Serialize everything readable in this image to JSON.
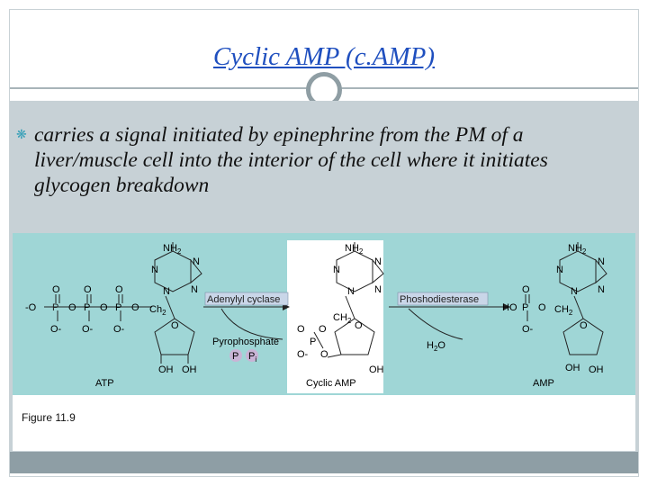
{
  "slide": {
    "title": "Cyclic AMP (c.AMP)",
    "bullet_icon": "bullet-swirl-icon",
    "bullet_text": "carries a signal initiated by epinephrine from the PM of a liver/muscle cell into the interior of the cell where it initiates glycogen breakdown",
    "figure_label": "Figure 11.9"
  },
  "diagram": {
    "atp": {
      "label": "ATP",
      "nh2": "NH",
      "nh2_sub": "2",
      "ch2": "Ch",
      "ch2_sub": "2",
      "o": "O",
      "oh1": "OH",
      "oh2": "OH",
      "p": "P",
      "o_minus": "O-",
      "minus_o": "-O",
      "n": "N"
    },
    "camp": {
      "label": "Cyclic AMP",
      "nh2": "NH",
      "nh2_sub": "2",
      "ch2": "CH",
      "ch2_sub": "2",
      "o": "O",
      "oh": "OH",
      "p": "P",
      "o_minus": "O-",
      "n": "N"
    },
    "amp": {
      "label": "AMP",
      "nh2": "NH",
      "nh2_sub": "2",
      "ch2": "CH",
      "ch2_sub": "2",
      "ho": "HO",
      "o": "O",
      "oh1": "OH",
      "oh2": "OH",
      "p": "P",
      "o_minus": "O-",
      "n": "N"
    },
    "enzymes": {
      "adenylyl_cyclase": "Adenylyl cyclase",
      "phosphodiesterase": "Phoshodiesterase"
    },
    "byproducts": {
      "pyrophosphate": "Pyrophosphate",
      "p": "P",
      "p_sub": "i",
      "h2o": "H",
      "h2o_sub": "2",
      "h2o_tail": "O"
    },
    "colors": {
      "background": "#9fd6d6",
      "center_panel": "#ffffff",
      "enzyme_box": "#c9d6e8",
      "pi_circle": "#c9b4d6",
      "stroke": "#222222"
    }
  }
}
